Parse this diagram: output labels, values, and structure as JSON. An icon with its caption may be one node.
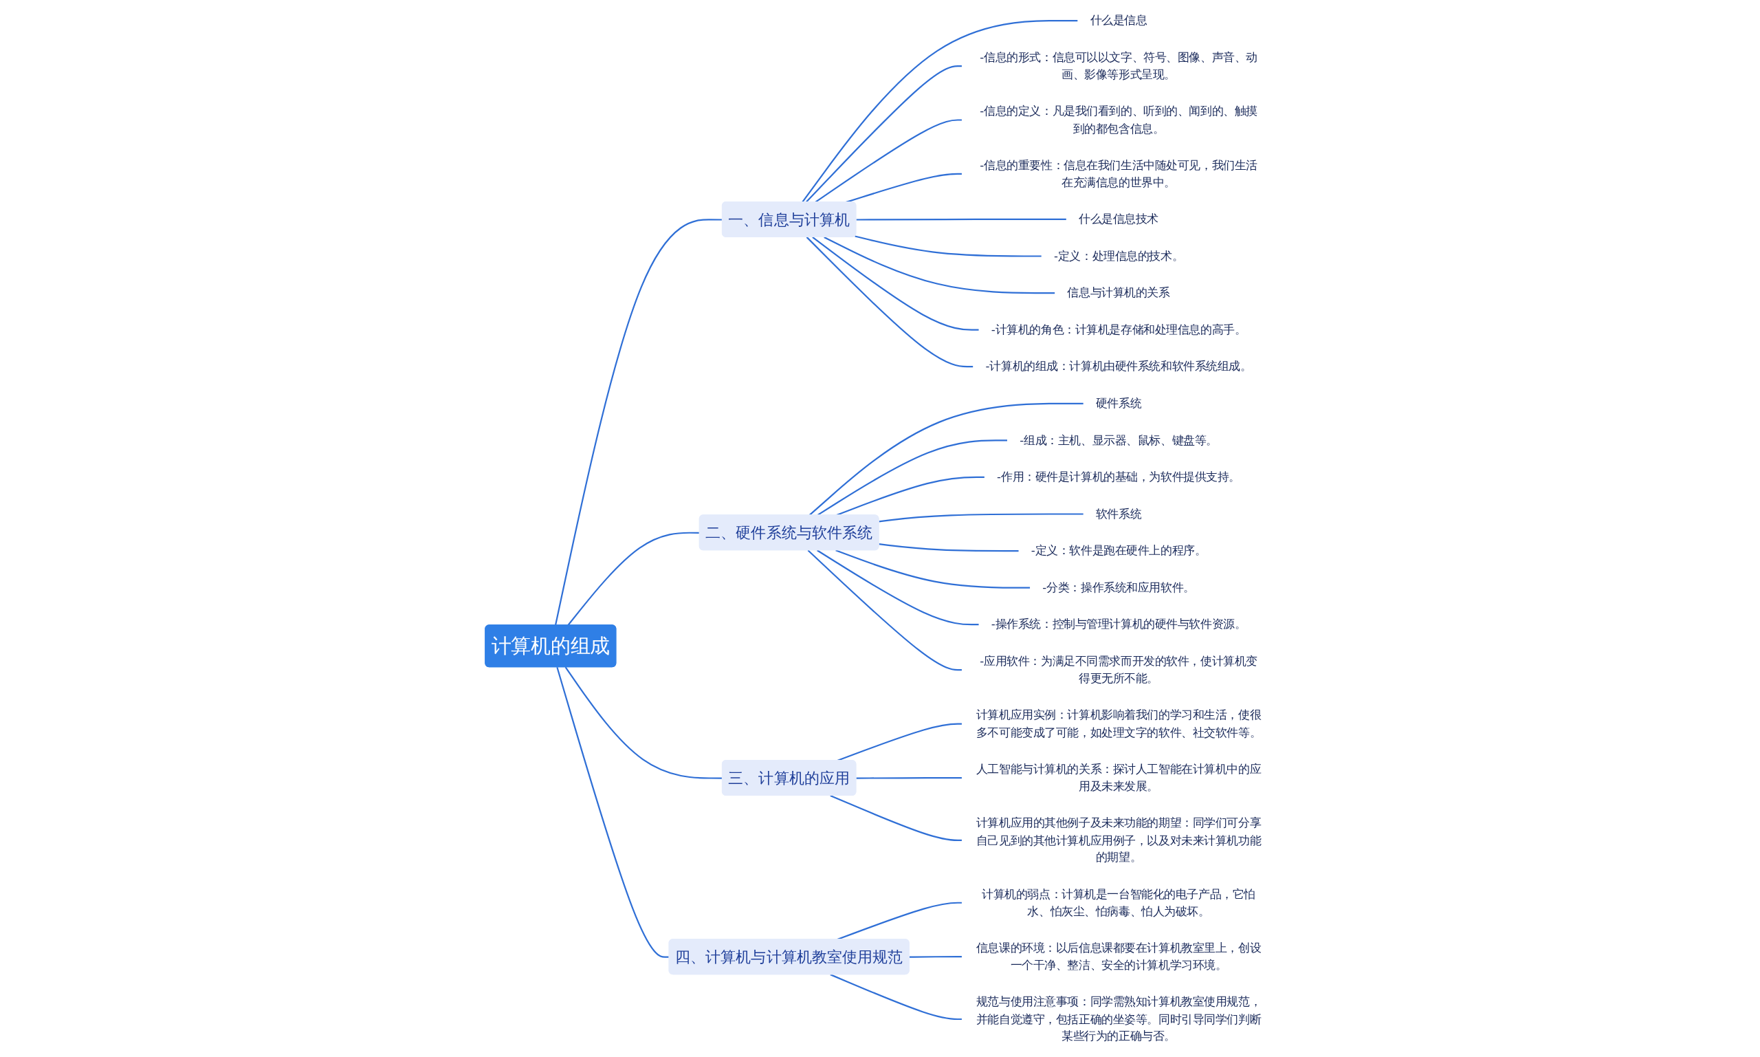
{
  "diagram": {
    "nodes": [
      {
        "text": [
          "计算机的组成"
        ]
      },
      {
        "text": [
          "一、信息与计算机"
        ]
      },
      {
        "text": [
          "什么是信息"
        ]
      },
      {
        "text": [
          "-信息的形式：信息可以以文字、符号、图像、声音、动画、影像等形式呈现。"
        ]
      },
      {
        "text": [
          "-信息的定义：凡是我们看到的、听到的、闻到的、触摸到的都包含信息。"
        ]
      },
      {
        "text": [
          "-信息的重要性：信息在我们生活中随处可见，我们生活在充满信息的世界中。"
        ]
      },
      {
        "text": [
          "什么是信息技术"
        ]
      },
      {
        "text": [
          "-定义：处理信息的技术。"
        ]
      },
      {
        "text": [
          "信息与计算机的关系"
        ]
      },
      {
        "text": [
          "-计算机的角色：计算机是存储和处理信息的高手。"
        ]
      },
      {
        "text": [
          "-计算机的组成：计算机由硬件系统和软件系统组成。"
        ]
      },
      {
        "text": [
          "二、硬件系统与软件系统"
        ]
      },
      {
        "text": [
          "硬件系统"
        ]
      },
      {
        "text": [
          "-组成：主机、显示器、鼠标、键盘等。"
        ]
      },
      {
        "text": [
          "-作用：硬件是计算机的基础，为软件提供支持。"
        ]
      },
      {
        "text": [
          "软件系统"
        ]
      },
      {
        "text": [
          "-定义：软件是跑在硬件上的程序。"
        ]
      },
      {
        "text": [
          "-分类：操作系统和应用软件。"
        ]
      },
      {
        "text": [
          "-操作系统：控制与管理计算机的硬件与软件资源。"
        ]
      },
      {
        "text": [
          "-应用软件：为满足不同需求而开发的软件，使计算机变得更无所不能。"
        ]
      },
      {
        "text": [
          "三、计算机的应用"
        ]
      },
      {
        "text": [
          "计算机应用实例：计算机影响着我们的学习和生活，使很多不可能变成了可能，如处理文字的软件、社交软件等。"
        ]
      },
      {
        "text": [
          "人工智能与计算机的关系：探讨人工智能在计算机中的应用及未来发展。"
        ]
      },
      {
        "text": [
          "计算机应用的其他例子及未来功能的期望：同学们可分享自己见到的其他计算机应用例子，以及对未来计算机功能的期望。"
        ]
      },
      {
        "text": [
          "四、计算机与计算机教室使用规范"
        ]
      },
      {
        "text": [
          "计算机的弱点：计算机是一台智能化的电子产品，它怕水、怕灰尘、怕病毒、怕人为破坏。"
        ]
      },
      {
        "text": [
          "信息课的环境：以后信息课都要在计算机教室里上，创设一个干净、整洁、安全的计算机学习环境。"
        ]
      },
      {
        "text": [
          "规范与使用注意事项：同学需熟知计算机教室使用规范，并能自觉遵守，包括正确的坐姿等。同时引导同学们判断某些行为的正确与否。"
        ]
      }
    ],
    "edges": [
      {
        "from": 0,
        "to": 1,
        "arrow": "none"
      },
      {
        "from": 1,
        "to": 2,
        "arrow": "none"
      },
      {
        "from": 1,
        "to": 3,
        "arrow": "none"
      },
      {
        "from": 1,
        "to": 4,
        "arrow": "none"
      },
      {
        "from": 1,
        "to": 5,
        "arrow": "none"
      },
      {
        "from": 1,
        "to": 6,
        "arrow": "none"
      },
      {
        "from": 1,
        "to": 7,
        "arrow": "none"
      },
      {
        "from": 1,
        "to": 8,
        "arrow": "none"
      },
      {
        "from": 1,
        "to": 9,
        "arrow": "none"
      },
      {
        "from": 1,
        "to": 10,
        "arrow": "none"
      },
      {
        "from": 0,
        "to": 11,
        "arrow": "none"
      },
      {
        "from": 11,
        "to": 12,
        "arrow": "none"
      },
      {
        "from": 11,
        "to": 13,
        "arrow": "none"
      },
      {
        "from": 11,
        "to": 14,
        "arrow": "none"
      },
      {
        "from": 11,
        "to": 15,
        "arrow": "none"
      },
      {
        "from": 11,
        "to": 16,
        "arrow": "none"
      },
      {
        "from": 11,
        "to": 17,
        "arrow": "none"
      },
      {
        "from": 11,
        "to": 18,
        "arrow": "none"
      },
      {
        "from": 11,
        "to": 19,
        "arrow": "none"
      },
      {
        "from": 0,
        "to": 20,
        "arrow": "none"
      },
      {
        "from": 20,
        "to": 21,
        "arrow": "none"
      },
      {
        "from": 20,
        "to": 22,
        "arrow": "none"
      },
      {
        "from": 20,
        "to": 23,
        "arrow": "none"
      },
      {
        "from": 0,
        "to": 24,
        "arrow": "none"
      },
      {
        "from": 24,
        "to": 25,
        "arrow": "none"
      },
      {
        "from": 24,
        "to": 26,
        "arrow": "none"
      },
      {
        "from": 24,
        "to": 27,
        "arrow": "none"
      }
    ]
  }
}
